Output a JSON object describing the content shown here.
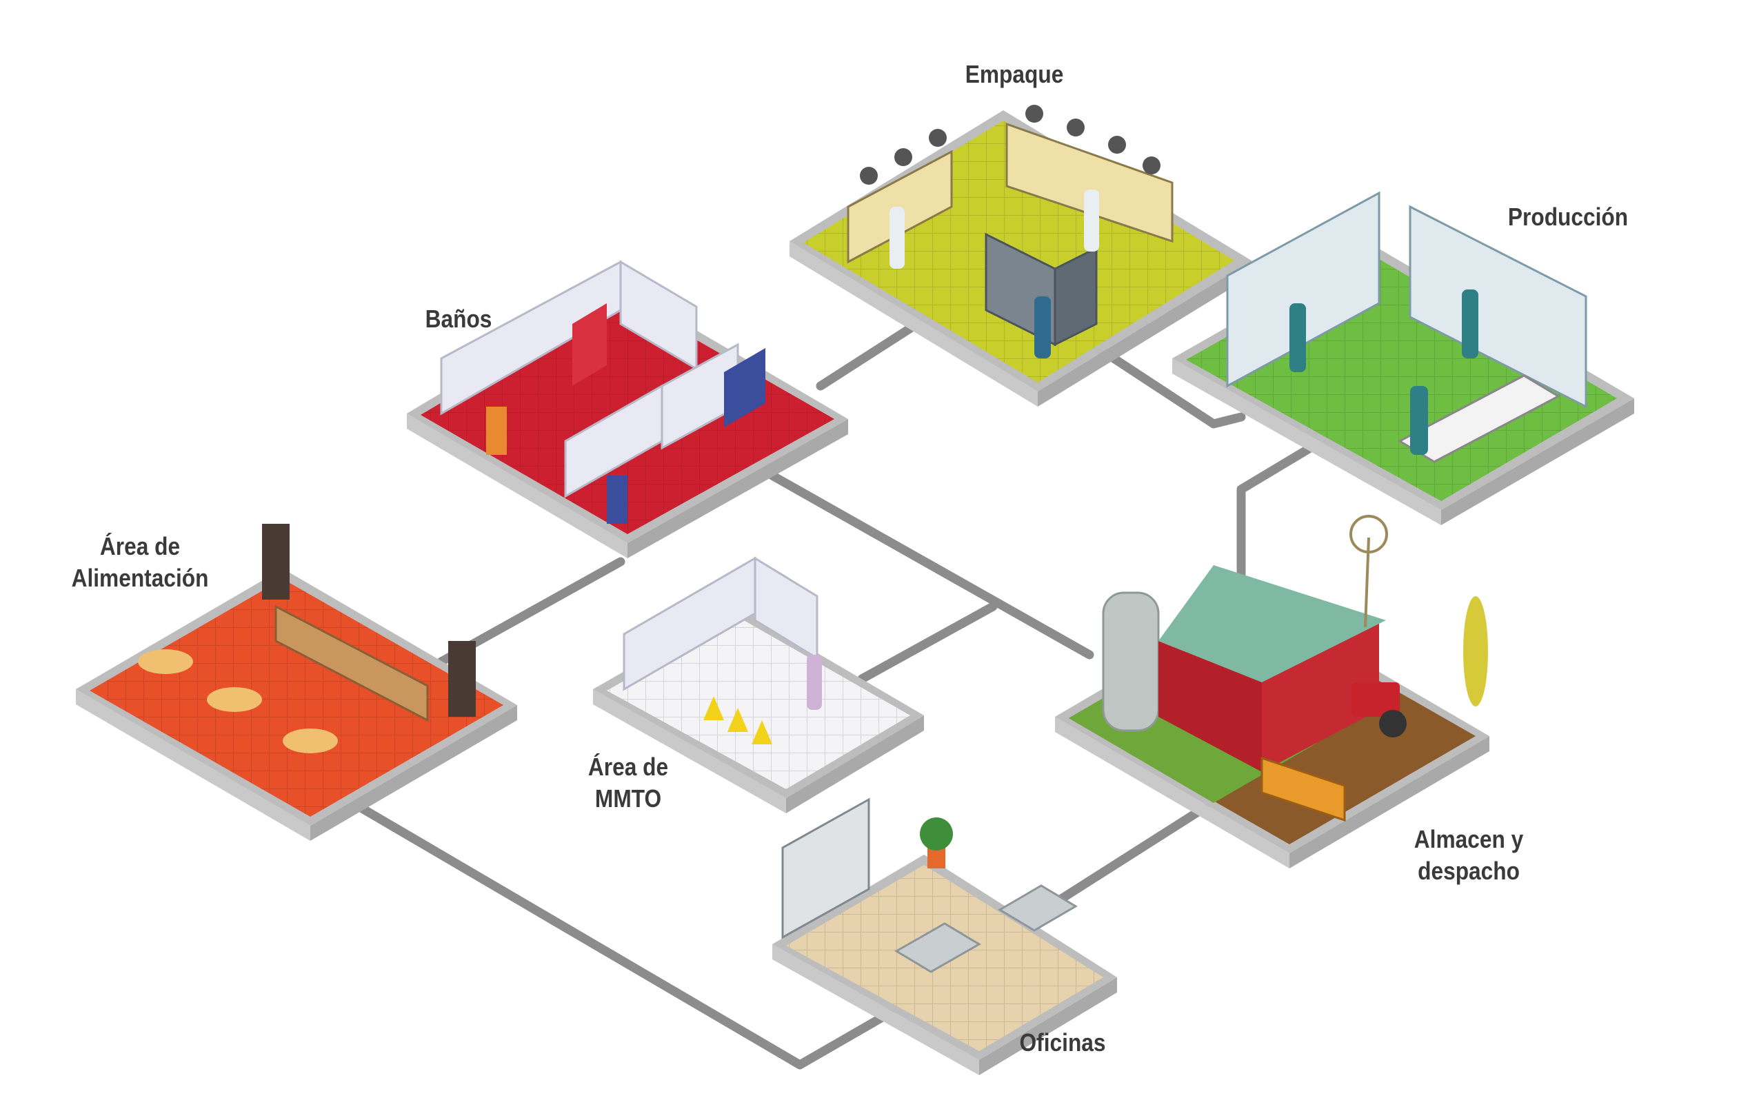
{
  "areas": {
    "empaque": {
      "label": "Empaque",
      "floor_color": "#c8cf2c"
    },
    "produccion": {
      "label": "Producción",
      "floor_color": "#6fbe44"
    },
    "banos": {
      "label": "Baños",
      "floor_color": "#cc1f2f"
    },
    "alimentacion": {
      "label_line1": "Área de",
      "label_line2": "Alimentación",
      "floor_color": "#e8502a"
    },
    "mmto": {
      "label_line1": "Área de",
      "label_line2": "MMTO",
      "floor_color": "#f4f4f7"
    },
    "almacen": {
      "label_line1": "Almacen y",
      "label_line2": "despacho",
      "floor_color": "#8a5a2b"
    },
    "oficinas": {
      "label": "Oficinas",
      "floor_color": "#e6d3ad"
    }
  },
  "connector_color": "#8c8c8c",
  "platform_side_color": "#c9c9c9"
}
